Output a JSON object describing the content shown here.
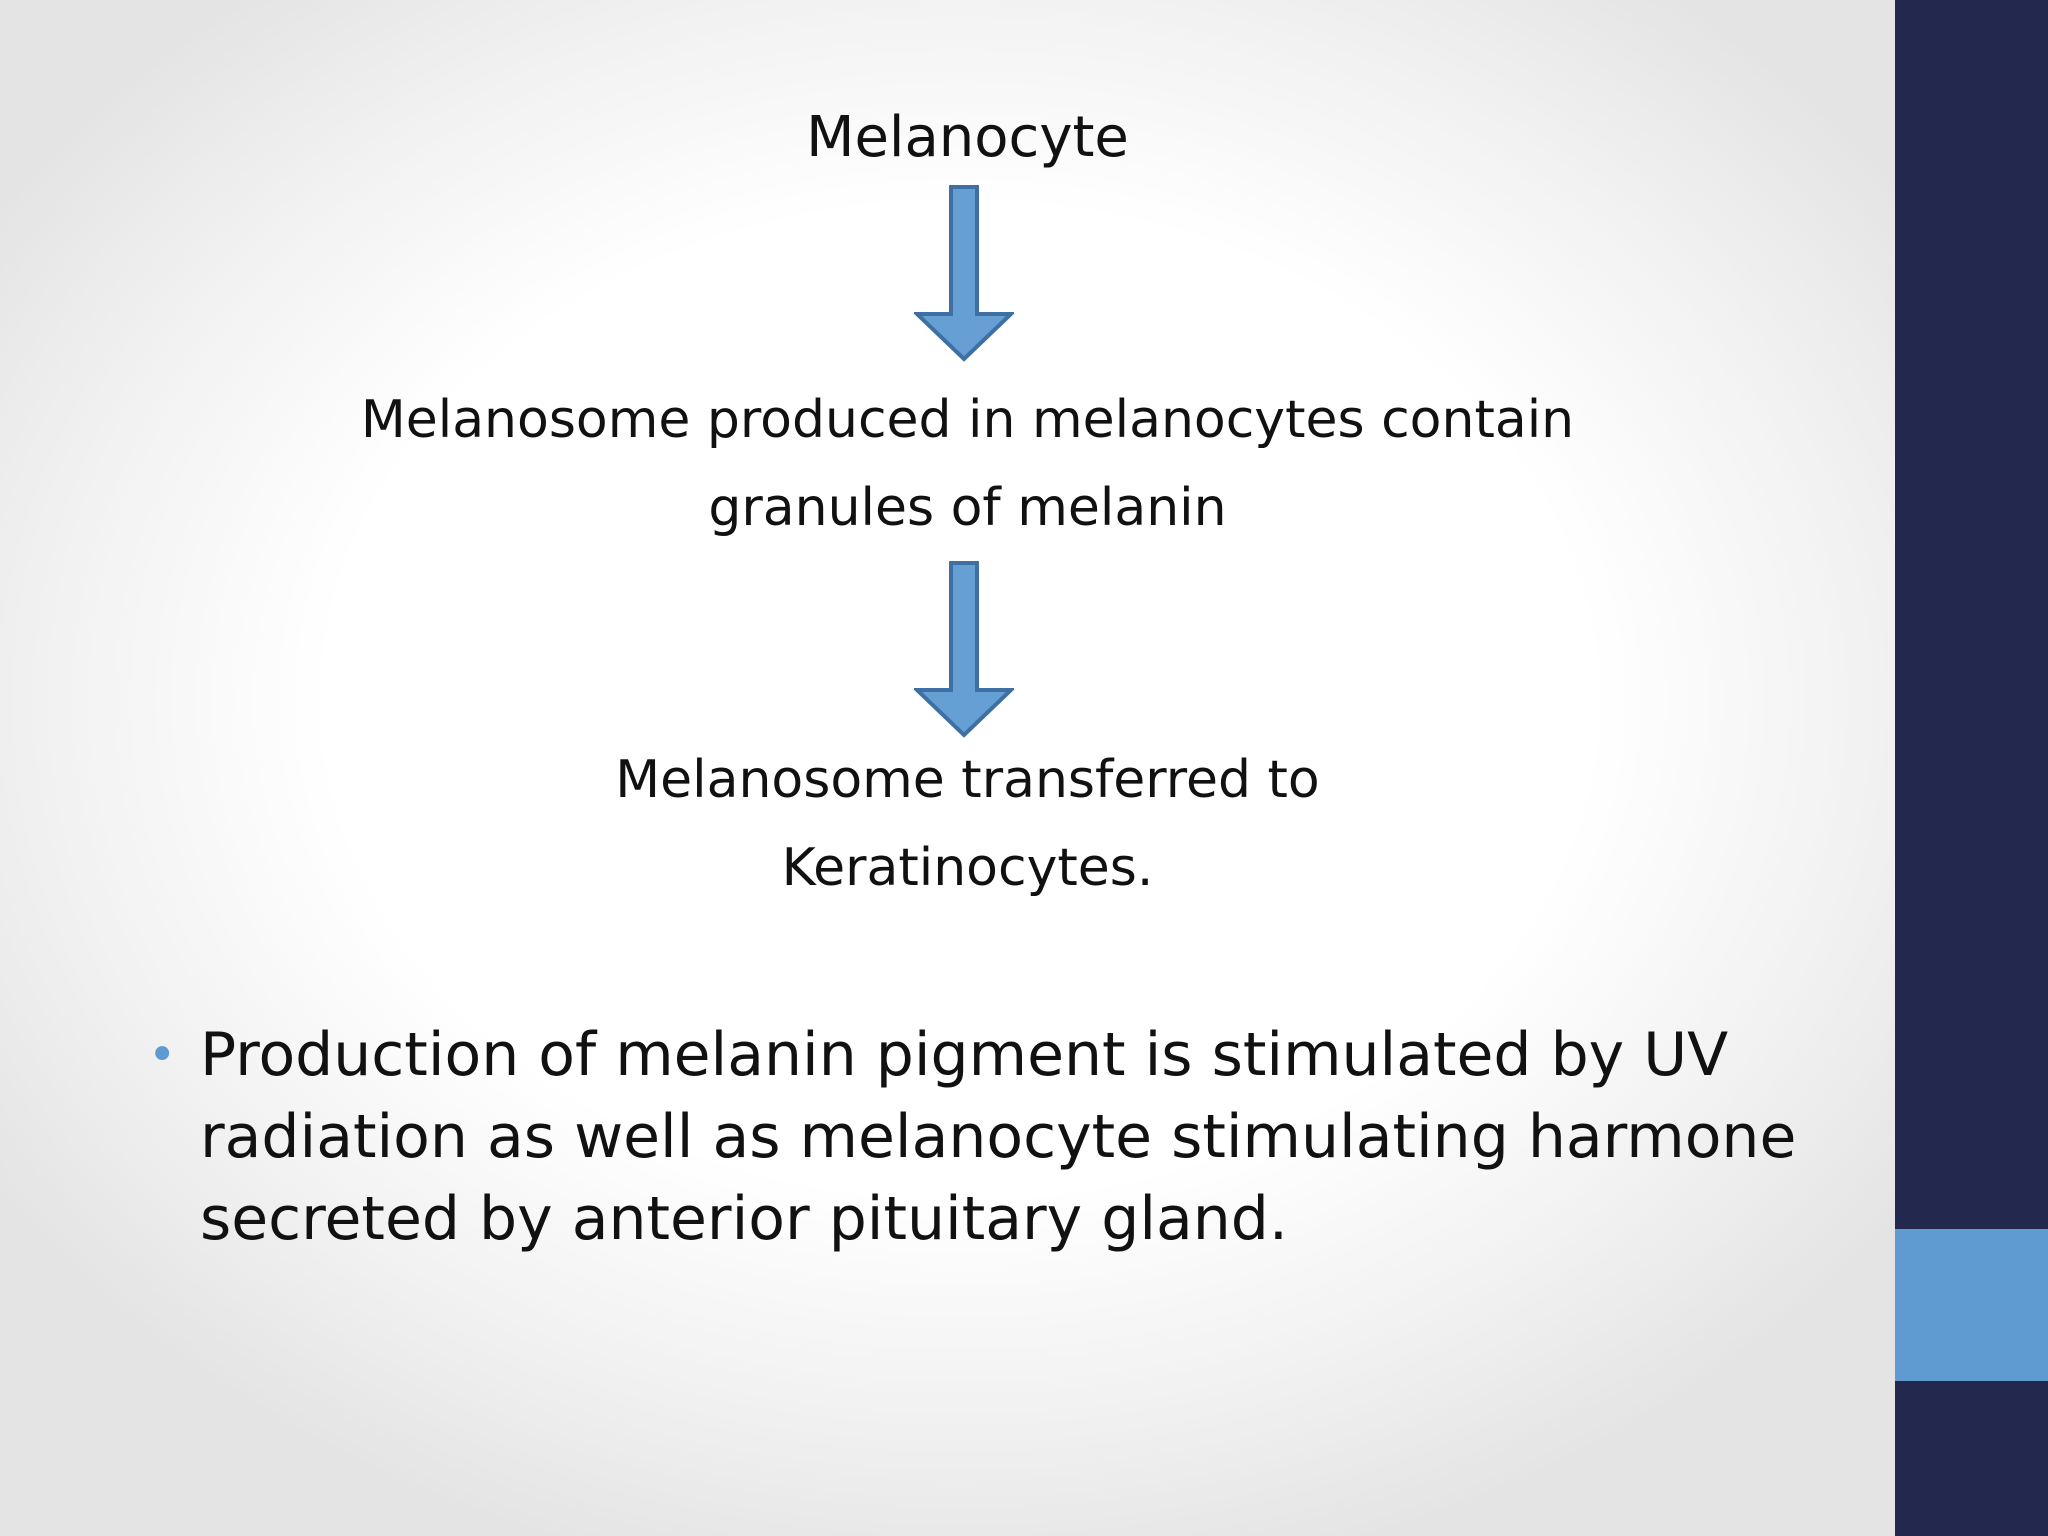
{
  "flow": {
    "step1": "Melanocyte",
    "step2": [
      "Melanosome produced in melanocytes contain",
      "granules of melanin"
    ],
    "step3": [
      "Melanosome transferred to",
      "Keratinocytes."
    ]
  },
  "bullets": [
    {
      "lines": [
        "Production of melanin pigment is stimulated by UV",
        "radiation as well as melanocyte stimulating harmone",
        "secreted by anterior pituitary gland."
      ]
    }
  ],
  "icons": {
    "arrow": "arrow-down-icon",
    "bullet": "bullet-dot"
  },
  "colors": {
    "arrow_fill": "#659fd4",
    "arrow_stroke": "#3f70a3",
    "side_bar": "#23284f",
    "side_accent": "#5f9bd0",
    "bullet": "#5f9bd0"
  }
}
